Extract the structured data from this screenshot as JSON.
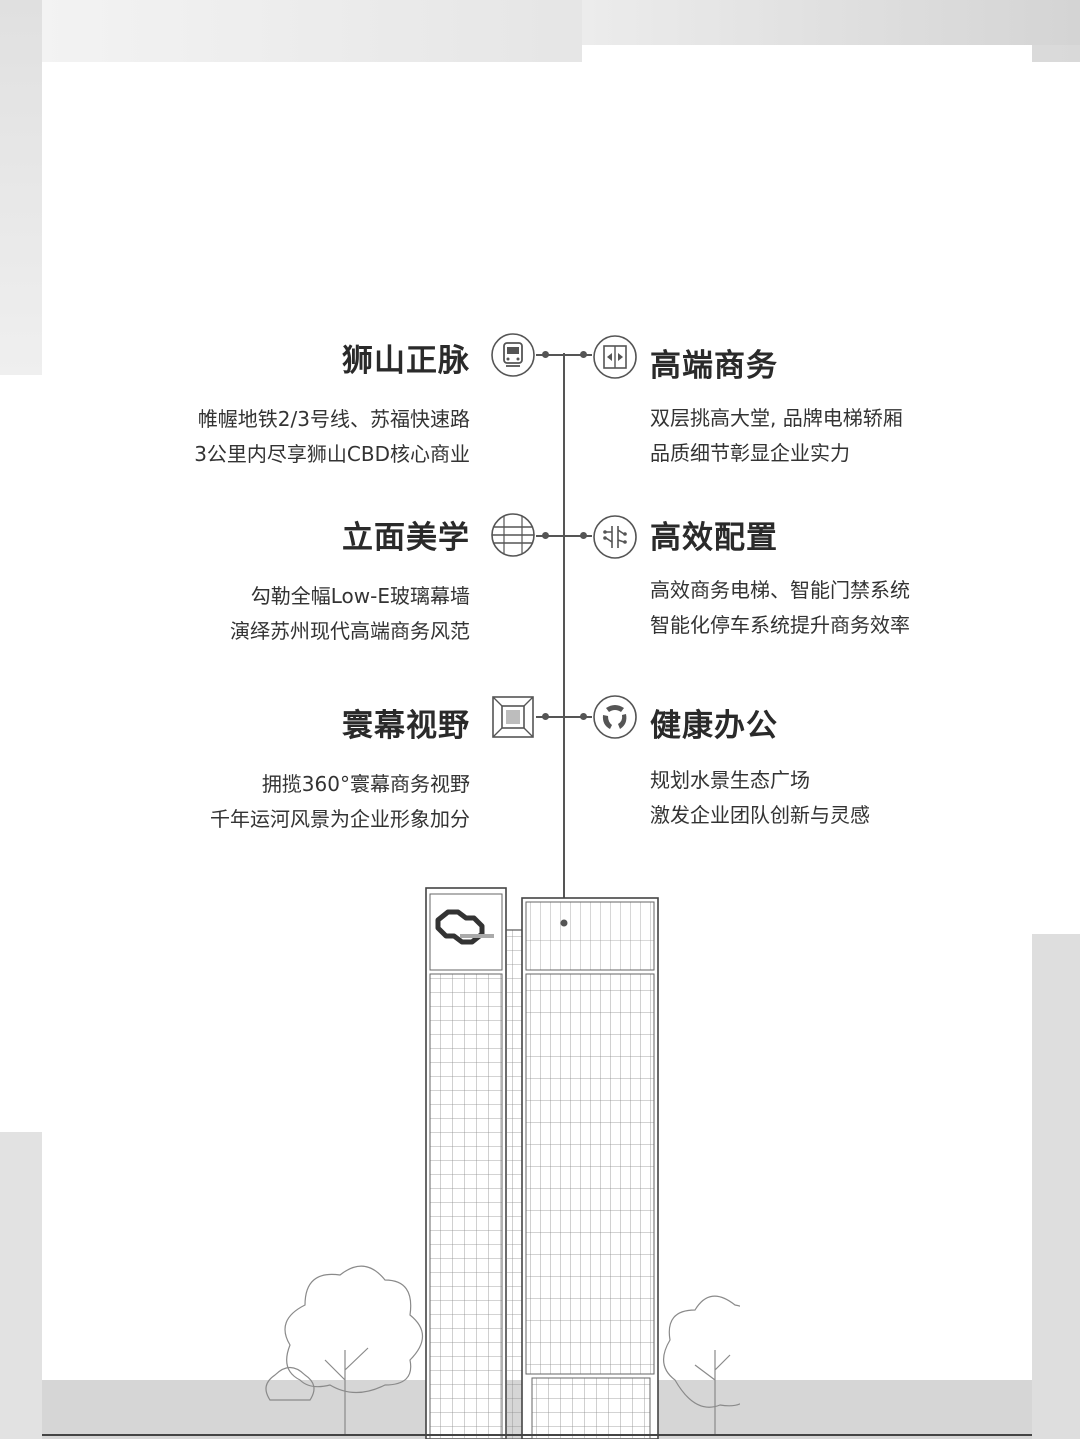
{
  "features": {
    "shishan": {
      "title": "狮山正脉",
      "lines": [
        "帷幄地铁2/3号线、苏福快速路",
        "3公里内尽享狮山CBD核心商业"
      ],
      "icon": "metro-train-icon"
    },
    "facade": {
      "title": "立面美学",
      "lines": [
        "勾勒全幅Low-E玻璃幕墙",
        "演绎苏州现代高端商务风范"
      ],
      "icon": "glass-facade-icon"
    },
    "view": {
      "title": "寰幕视野",
      "lines": [
        "拥揽360°寰幕商务视野",
        "千年运河风景为企业形象加分"
      ],
      "icon": "panorama-window-icon"
    },
    "business": {
      "title": "高端商务",
      "lines": [
        "双层挑高大堂, 品牌电梯轿厢",
        "品质细节彰显企业实力"
      ],
      "icon": "elevator-icon"
    },
    "efficient": {
      "title": "高效配置",
      "lines": [
        "高效商务电梯、智能门禁系统",
        "智能化停车系统提升商务效率"
      ],
      "icon": "smart-circuit-icon"
    },
    "health": {
      "title": "健康办公",
      "lines": [
        "规划水景生态广场",
        "激发企业团队创新与灵感"
      ],
      "icon": "eco-cycle-icon"
    }
  },
  "building": {
    "logo_icon": "building-logo-icon"
  },
  "colors": {
    "line": "#555555",
    "text": "#2b2b2b",
    "panel": "#d6d6d6"
  }
}
